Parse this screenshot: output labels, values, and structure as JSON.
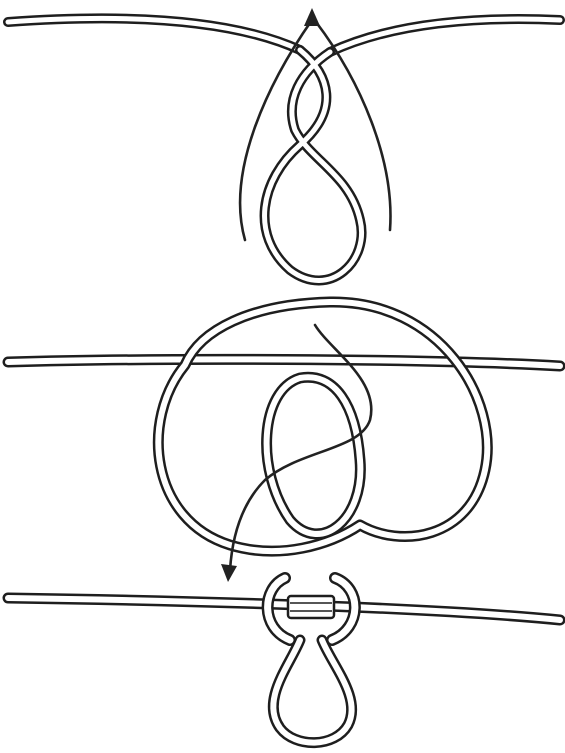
{
  "figure": {
    "panels": [
      {
        "name": "step-1",
        "description_visible": false
      },
      {
        "name": "step-2",
        "description_visible": false
      },
      {
        "name": "step-3",
        "description_visible": false
      }
    ]
  },
  "colors": {
    "background": "#ffffff",
    "ink": "#1e1e1e",
    "rope_fill": "#ffffff"
  }
}
